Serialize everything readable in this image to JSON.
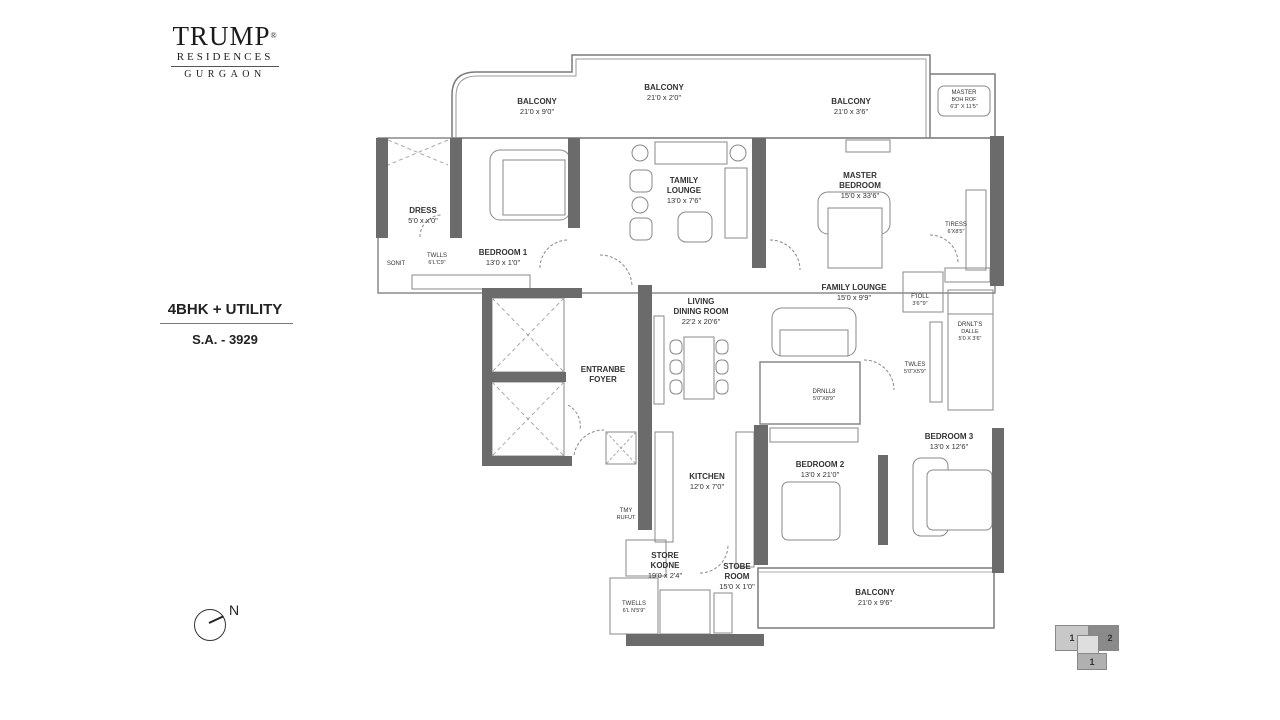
{
  "brand": {
    "line1": "TRUMP",
    "registered": "®",
    "line2": "RESIDENCES",
    "line3": "GURGAON"
  },
  "unit": {
    "type": "4BHK + UTILITY",
    "super_area": "S.A. - 3929"
  },
  "rooms": {
    "balcony_left": {
      "name": "BALCONY",
      "dims": "21'0 x 9'0\""
    },
    "balcony_center": {
      "name": "BALCONY",
      "dims": "21'0 x 2'0\""
    },
    "balcony_right": {
      "name": "BALCONY",
      "dims": "21'0 x 3'6\""
    },
    "master_bath": {
      "name": "MASTER",
      "name2": "BOH ROF",
      "dims": "6'3\" X 11'5\""
    },
    "dress": {
      "name": "DRESS",
      "dims": "5'0 x x'0\""
    },
    "bedroom1": {
      "name": "BEDROOM 1",
      "dims": "13'0 x 1'0\""
    },
    "toilet1": {
      "name": "TWLLS",
      "dims": "6'L'C9\""
    },
    "shaft": {
      "name": "SONIT"
    },
    "family_lounge_top": {
      "name": "TAMILY",
      "name2": "LOUNGE",
      "dims": "13'0 x 7'6\""
    },
    "master_bedroom": {
      "name": "MASTER",
      "name2": "BEDROOM",
      "dims": "15'0 x 33'6\""
    },
    "master_dress": {
      "name": "TIRESS",
      "dims": "6'X8'5\""
    },
    "living_dining": {
      "name": "LIVING",
      "name2": "DINING ROOM",
      "dims": "22'2 x 20'6\""
    },
    "family_lounge": {
      "name": "FAMILY LOUNGE",
      "dims": "15'0 x 9'9\""
    },
    "powder": {
      "name": "F'IOLL",
      "dims": "3'6\"'9\""
    },
    "toilet3": {
      "name": "DRNLT'S",
      "name2": "DALLE",
      "dims": "5'0 X 3'6\""
    },
    "dress3": {
      "name": "TWLES",
      "dims": "5'0\"X5'9\""
    },
    "toilet2": {
      "name": "DRNLL8",
      "dims": "5'0\"X8'9\""
    },
    "entrance_foyer": {
      "name": "ENTRANBE",
      "name2": "FOYER"
    },
    "kitchen": {
      "name": "KITCHEN",
      "dims": "12'0 x 7'0\""
    },
    "utility": {
      "name": "TMY",
      "name2": "RUFUT"
    },
    "store_left": {
      "name": "STORE",
      "name2": "KODNE",
      "dims": "19'0 x 2'4\""
    },
    "store_right": {
      "name": "STOBE",
      "name2": "ROOM",
      "dims": "15'0 X 1'0\""
    },
    "servant_toilet": {
      "name": "TWELLS",
      "dims": "6'L N'5'9\""
    },
    "bedroom2": {
      "name": "BEDROOM 2",
      "dims": "13'0 x 21'0\""
    },
    "bedroom3": {
      "name": "BEDROOM 3",
      "dims": "13'0 x 12'6\""
    },
    "balcony_bottom": {
      "name": "BALCONY",
      "dims": "21'0 x 9'6\""
    }
  },
  "compass": {
    "label": "N"
  },
  "key_plan": {
    "blocks": [
      {
        "label": "1",
        "color": "#c8c8c8"
      },
      {
        "label": "2",
        "color": "#8a8a8a"
      },
      {
        "label": "1",
        "color": "#b0b0b0"
      }
    ]
  }
}
